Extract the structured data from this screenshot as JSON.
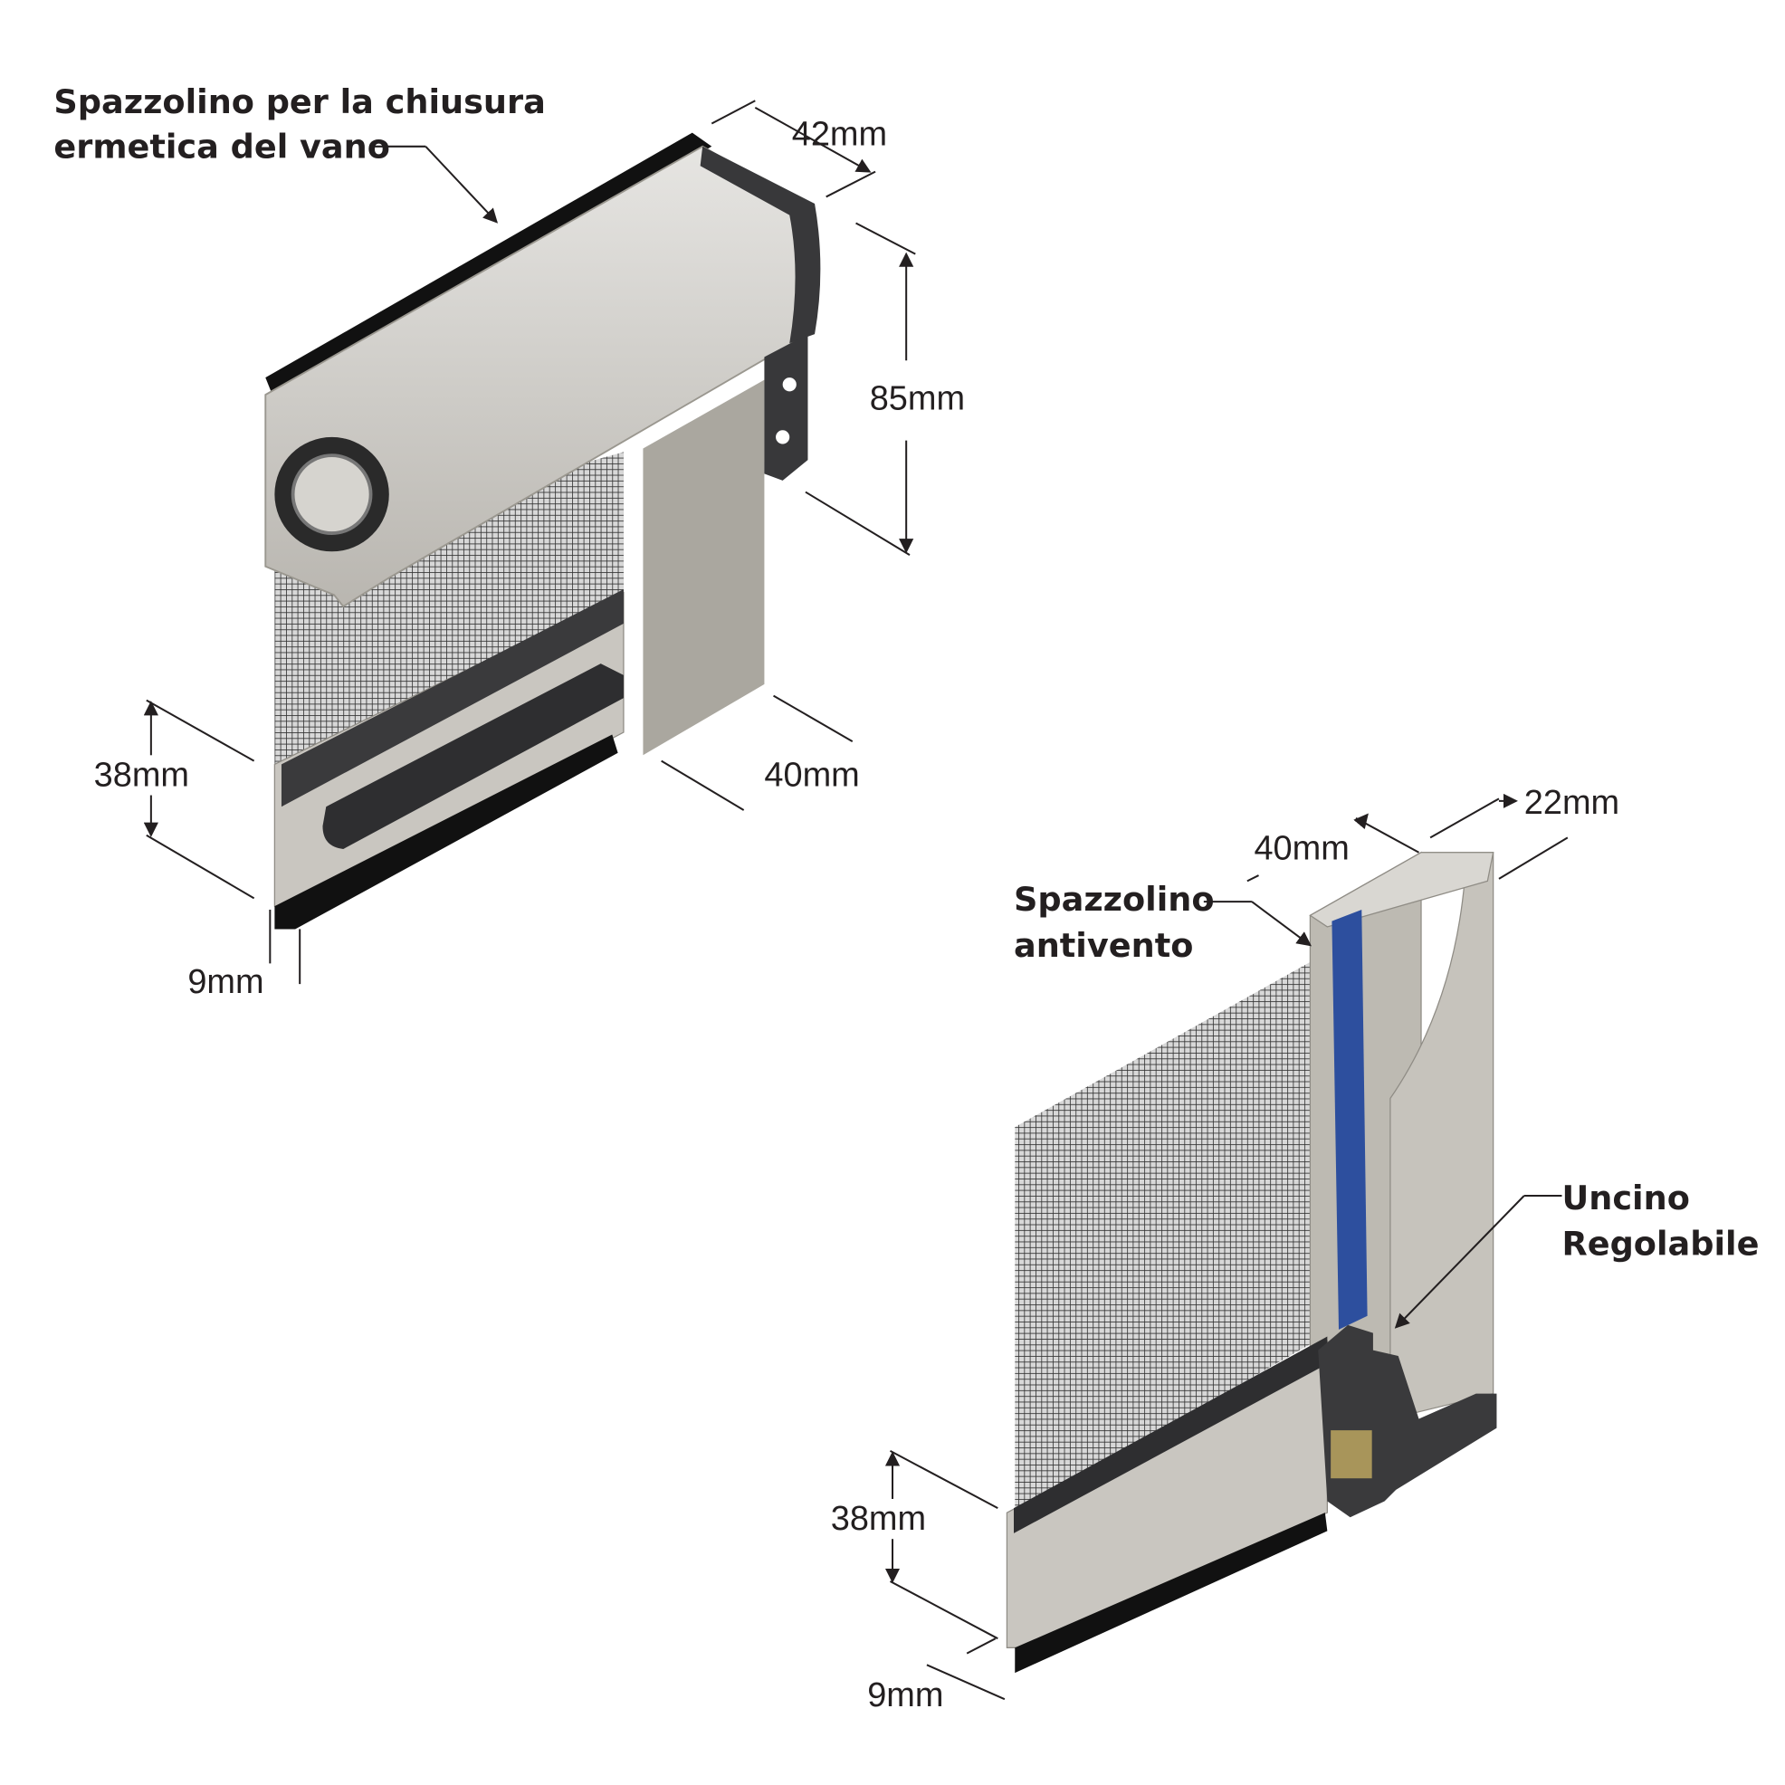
{
  "diagram": {
    "top_product": {
      "callout_line1": "Spazzolino per la chiusura",
      "callout_line2": "ermetica del vano",
      "dims": {
        "depth": "42mm",
        "height": "85mm",
        "side": "40mm",
        "bar": "38mm",
        "brush": "9mm"
      }
    },
    "bottom_product": {
      "callout_brush_line1": "Spazzolino",
      "callout_brush_line2": "antivento",
      "callout_hook_line1": "Uncino",
      "callout_hook_line2": "Regolabile",
      "dims": {
        "width": "22mm",
        "depth": "40mm",
        "bar": "38mm",
        "brush": "9mm"
      }
    },
    "colors": {
      "aluminium": "#cfcdc8",
      "dark": "#3a3a3c",
      "brush": "#111111",
      "blue_brush": "#2d4f9e",
      "brass": "#a8955a"
    }
  }
}
